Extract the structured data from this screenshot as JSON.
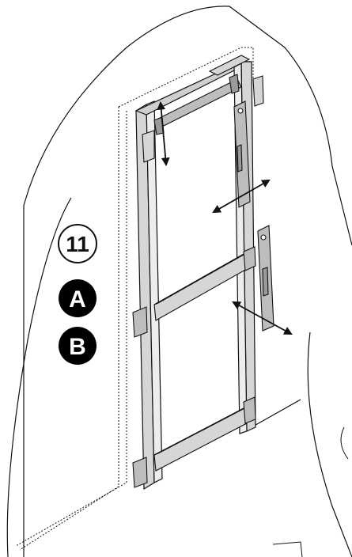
{
  "figure": {
    "step_number": "11",
    "step_variants": [
      "A",
      "B"
    ]
  },
  "colors": {
    "line": "#111111",
    "frame_fill": "#d6d6d6",
    "frame_shade": "#bdbdbd",
    "frame_dark": "#9a9a9a",
    "badge_fill": "#000000",
    "badge_text": "#ffffff",
    "circle_fill": "#ffffff"
  },
  "icons": [
    "double-arrow-icon"
  ]
}
